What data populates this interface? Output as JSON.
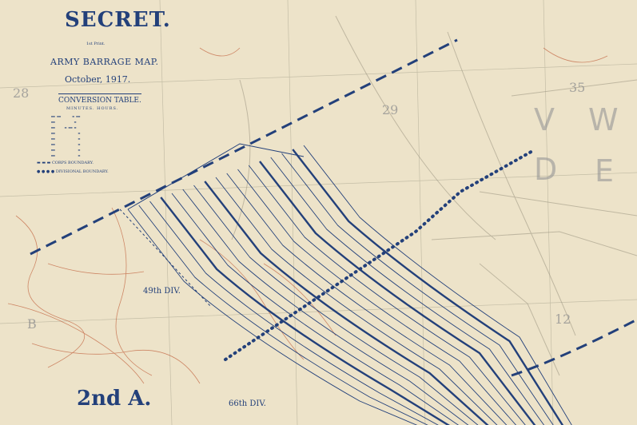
{
  "legend": {
    "title": "SECRET.",
    "edition": "1st Print.",
    "map_name": "ARMY BARRAGE MAP.",
    "date": "October, 1917.",
    "conversion_title": "CONVERSION TABLE.",
    "conversion_columns": "MINUTES.  HOURS.",
    "corps_boundary": "CORPS BOUNDARY.",
    "divisional_boundary": "DIVISIONAL BOUNDARY."
  },
  "sheet_numbers": [
    "28",
    "29",
    "35",
    "B",
    "12"
  ],
  "grid_letters": [
    "V",
    "W",
    "D",
    "E"
  ],
  "divisions": {
    "div_49": "49th DIV.",
    "div_66": "66th DIV."
  },
  "army_label": "2nd A.",
  "colors": {
    "paper": "#ede3c9",
    "barrage_ink": "#23407a",
    "trench_red": "#c0603c",
    "grid_grey": "#8d8f92"
  }
}
